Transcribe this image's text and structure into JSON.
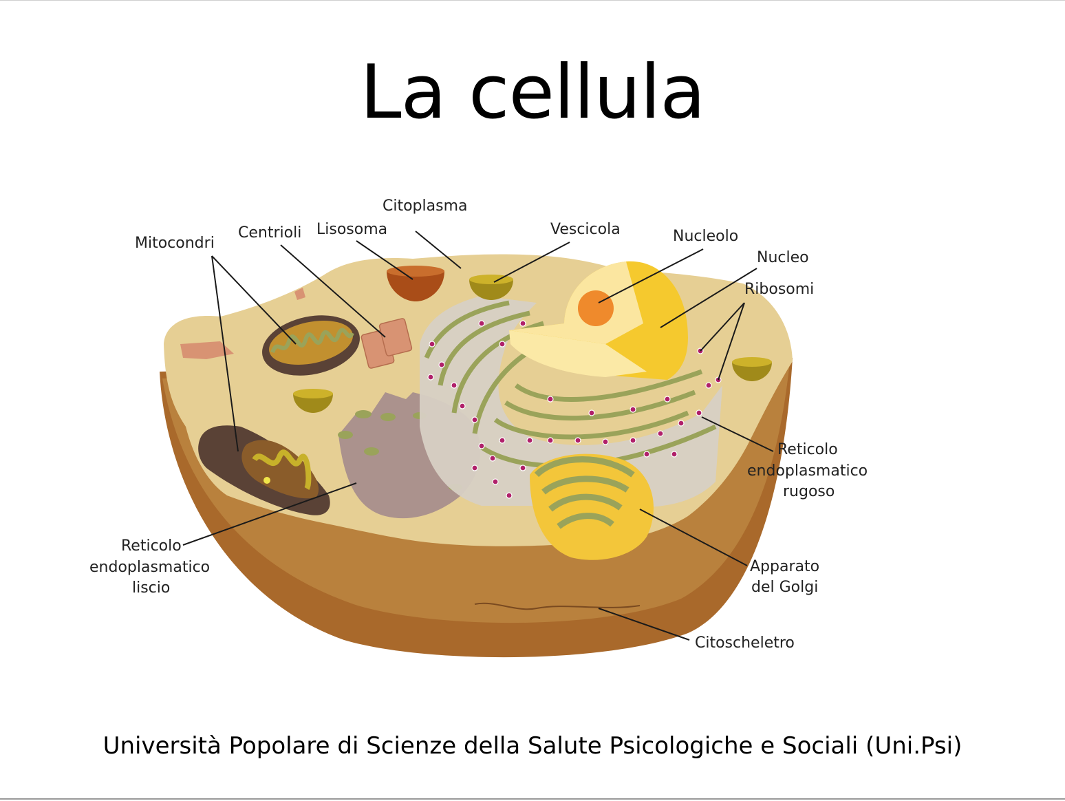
{
  "slide": {
    "title": "La cellula",
    "footer": "Università Popolare di Scienze della Salute Psicologiche e Sociali (Uni.Psi)"
  },
  "labels": {
    "citoplasma": "Citoplasma",
    "mitocondri": "Mitocondri",
    "centrioli": "Centrioli",
    "lisosoma": "Lisosoma",
    "vescicola": "Vescicola",
    "nucleolo": "Nucleolo",
    "nucleo": "Nucleo",
    "ribosomi": "Ribosomi",
    "rer_1": "Reticolo",
    "rer_2": "endoplasmatico",
    "rer_3": "rugoso",
    "ser_1": "Reticolo",
    "ser_2": "endoplasmatico",
    "ser_3": "liscio",
    "golgi_1": "Apparato",
    "golgi_2": "del Golgi",
    "citoscheletro": "Citoscheletro"
  },
  "colors": {
    "cytoplasm": "#e6cf94",
    "membrane_inner": "#b87a35",
    "membrane_outer": "#a9692b",
    "nucleus": "#f5c92e",
    "nucleolus": "#ef8a2c",
    "mitochondrion": "#5a4236",
    "er_green": "#9aa35a",
    "ribosome": "#b0206a",
    "lysosome": "#a94d18",
    "vesicle": "#c5a11e",
    "smooth_er": "#a88e8c",
    "centriole": "#d89373"
  }
}
